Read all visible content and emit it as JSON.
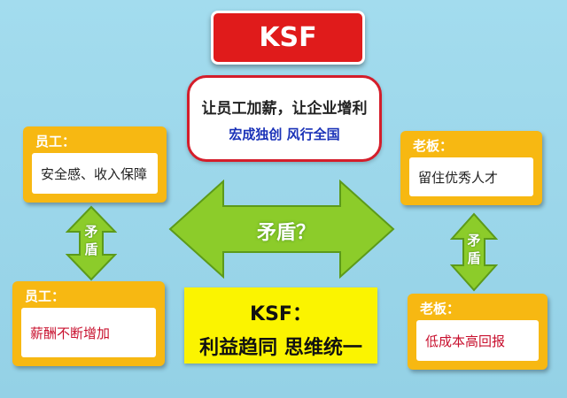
{
  "title": "KSF",
  "slogan": {
    "line1": "让员工加薪，让企业增利",
    "line2": "宏成独创 风行全国"
  },
  "employee_cards": [
    {
      "label": "员工：",
      "text": "安全感、收入保障"
    },
    {
      "label": "员工：",
      "text": "薪酬不断增加"
    }
  ],
  "boss_cards": [
    {
      "label": "老板：",
      "text": "留住优秀人才"
    },
    {
      "label": "老板：",
      "text": "低成本高回报"
    }
  ],
  "left_arrow_label": "矛\n盾",
  "right_arrow_label": "矛\n盾",
  "center_arrow_label": "矛盾？",
  "ksf_box": {
    "line1": "KSF：",
    "line2": "利益趋同 思维统一"
  },
  "colors": {
    "title_bg": "#e01b1b",
    "card_bg": "#f7b812",
    "arrow_green": "#8ccc2a",
    "ksf_box_bg": "#fbf400",
    "background": "#9ad6ea"
  }
}
